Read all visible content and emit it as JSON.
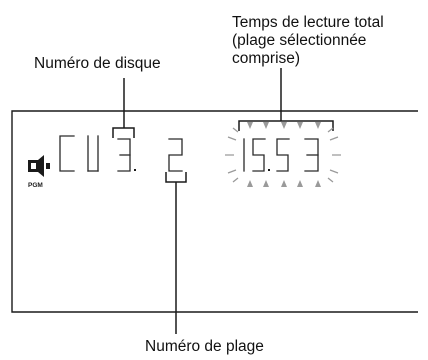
{
  "callouts": {
    "total_time": [
      "Temps de lecture total",
      "(plage sélectionnée",
      "comprise)"
    ],
    "disc_number": "Numéro de disque",
    "track_number": "Numéro de plage"
  },
  "display": {
    "indicator_label": "PGM",
    "indicator_icon": "speaker-icon",
    "disc_readout": "CD3.",
    "track_readout": "2",
    "total_time_readout": "15.53",
    "total_time_state": "flashing"
  }
}
